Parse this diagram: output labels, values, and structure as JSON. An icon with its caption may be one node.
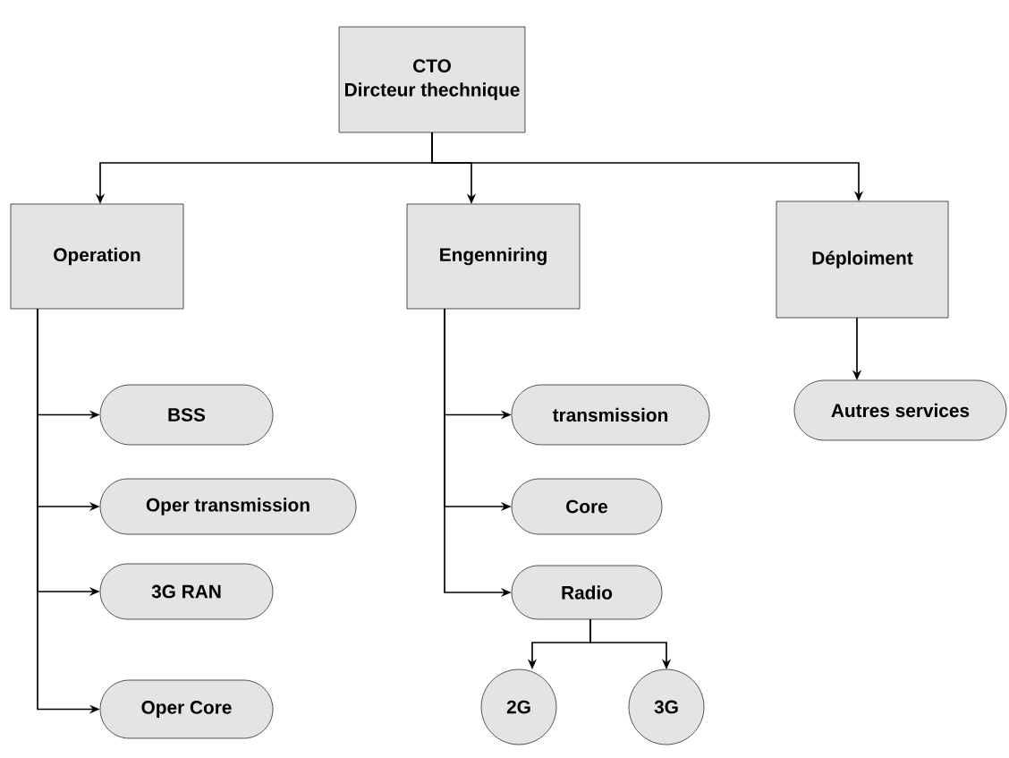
{
  "diagram": {
    "nodes": [
      {
        "text": [
          "CTO",
          "Dircteur thechnique"
        ]
      },
      {
        "text": [
          "Operation"
        ]
      },
      {
        "text": [
          "Engenniring"
        ]
      },
      {
        "text": [
          "Déploiment"
        ]
      },
      {
        "text": [
          "BSS"
        ]
      },
      {
        "text": [
          "Oper transmission"
        ]
      },
      {
        "text": [
          "3G RAN"
        ]
      },
      {
        "text": [
          "Oper  Core"
        ]
      },
      {
        "text": [
          "transmission"
        ]
      },
      {
        "text": [
          "Core"
        ]
      },
      {
        "text": [
          "Radio"
        ]
      },
      {
        "text": [
          "2G"
        ]
      },
      {
        "text": [
          "3G"
        ]
      },
      {
        "text": [
          "Autres services"
        ]
      }
    ],
    "edges": [
      {
        "from": 0,
        "to": 1,
        "arrow": "to"
      },
      {
        "from": 0,
        "to": 2,
        "arrow": "to"
      },
      {
        "from": 0,
        "to": 3,
        "arrow": "to"
      },
      {
        "from": 1,
        "to": 4,
        "arrow": "to"
      },
      {
        "from": 1,
        "to": 5,
        "arrow": "to"
      },
      {
        "from": 1,
        "to": 6,
        "arrow": "to"
      },
      {
        "from": 1,
        "to": 7,
        "arrow": "to"
      },
      {
        "from": 2,
        "to": 8,
        "arrow": "to"
      },
      {
        "from": 2,
        "to": 9,
        "arrow": "to"
      },
      {
        "from": 2,
        "to": 10,
        "arrow": "to"
      },
      {
        "from": 3,
        "to": 13,
        "arrow": "to"
      },
      {
        "from": 10,
        "to": 11,
        "arrow": "to"
      },
      {
        "from": 10,
        "to": 12,
        "arrow": "to"
      }
    ]
  }
}
